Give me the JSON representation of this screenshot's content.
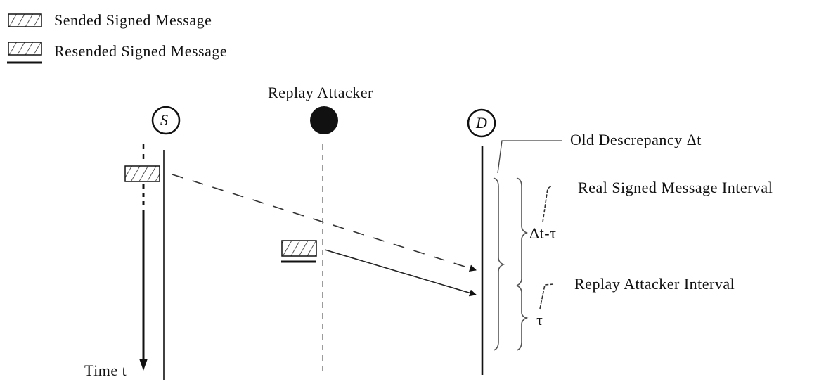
{
  "legend": {
    "items": [
      {
        "icon": "hatched-message-box-icon",
        "label": "Sended Signed Message"
      },
      {
        "icon": "hatched-underlined-message-box-icon",
        "label": "Resended Signed Message"
      }
    ]
  },
  "actors": {
    "source": {
      "symbol": "S"
    },
    "attacker": {
      "title": "Replay Attacker"
    },
    "destination": {
      "symbol": "D"
    }
  },
  "time_axis": {
    "label": "Time t"
  },
  "annotations": {
    "old_discrepancy": "Old Descrepancy Δt",
    "real_interval": "Real Signed Message Interval",
    "delta_minus_tau": "Δt-τ",
    "replay_interval": "Replay Attacker Interval",
    "tau": "τ"
  },
  "colors": {
    "ink": "#111111",
    "brace": "#555555",
    "background": "#ffffff"
  }
}
